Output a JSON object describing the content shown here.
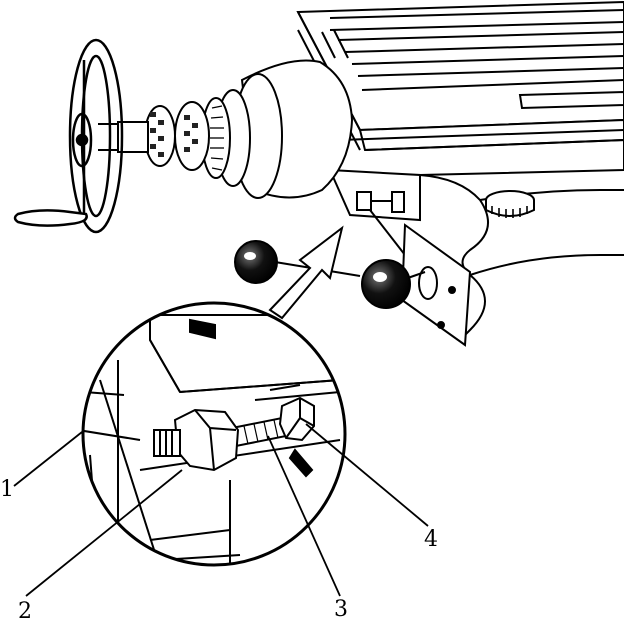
{
  "diagram": {
    "callouts": [
      {
        "id": "1",
        "text": "1"
      },
      {
        "id": "2",
        "text": "2"
      },
      {
        "id": "3",
        "text": "3"
      },
      {
        "id": "4",
        "text": "4"
      }
    ],
    "colors": {
      "ink": "#000000",
      "paper": "#ffffff",
      "shade": "#4a4a4a"
    }
  }
}
